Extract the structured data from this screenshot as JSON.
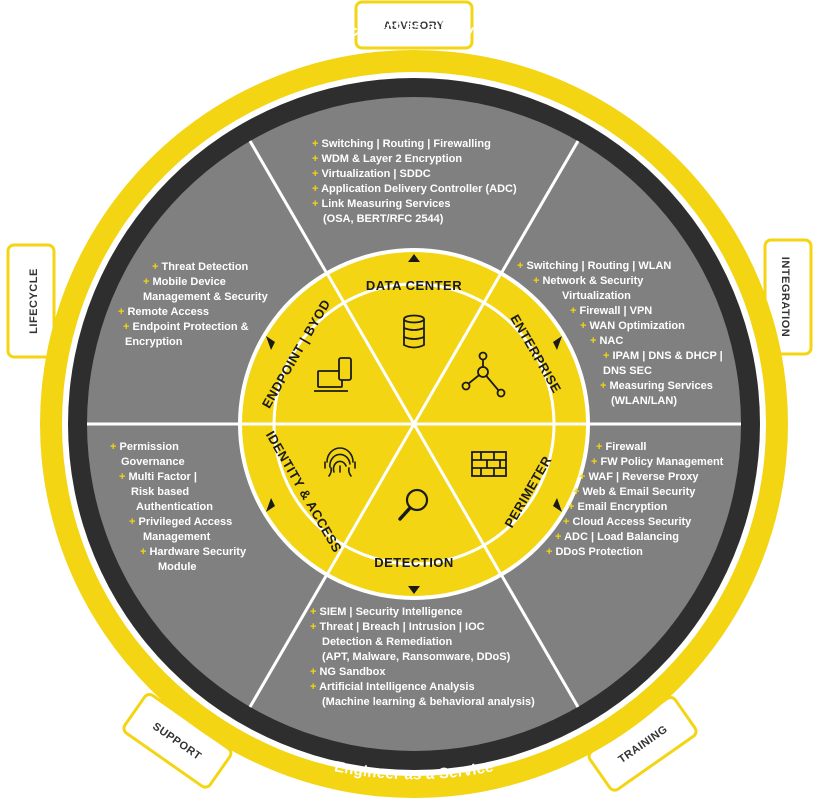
{
  "outer_ring": {
    "top_label": "Architect as a Service",
    "bottom_label": "Engineer as a Service"
  },
  "tabs": {
    "advisory": "ADVISORY",
    "integration": "INTEGRATION",
    "training": "TRAINING",
    "support": "SUPPORT",
    "lifecycle": "LIFECYCLE"
  },
  "segments": {
    "data_center": "DATA CENTER",
    "enterprise": "ENTERPRISE",
    "perimeter": "PERIMETER",
    "detection": "DETECTION",
    "identity_access": "IDENTITY & ACCESS",
    "endpoint_byod": "ENDPOINT | BYOD"
  },
  "services": {
    "data_center": [
      "Switching | Routing | Firewalling",
      "WDM & Layer 2 Encryption",
      "Virtualization | SDDC",
      "Application Delivery Controller (ADC)",
      "Link Measuring Services",
      "(OSA, BERT/RFC 2544)"
    ],
    "enterprise": [
      "Switching | Routing | WLAN",
      "Network & Security",
      "Virtualization",
      "Firewall | VPN",
      "WAN Optimization",
      "NAC",
      "IPAM | DNS & DHCP |",
      "DNS SEC",
      "Measuring Services",
      "(WLAN/LAN)"
    ],
    "perimeter": [
      "Firewall",
      "FW Policy Management",
      "WAF | Reverse Proxy",
      "Web & Email Security",
      "Email Encryption",
      "Cloud Access Security",
      "ADC | Load Balancing",
      "DDoS Protection"
    ],
    "detection": [
      "SIEM | Security Intelligence",
      "Threat | Breach | Intrusion | IOC",
      "Detection & Remediation",
      "(APT, Malware, Ransomware, DDoS)",
      "NG Sandbox",
      "Artificial Intelligence Analysis",
      "(Machine learning & behavioral analysis)"
    ],
    "identity_access": [
      "Permission",
      "Governance",
      "Multi Factor |",
      "Risk based",
      "Authentication",
      "Privileged Access",
      "Management",
      "Hardware Security",
      "Module"
    ],
    "endpoint_byod": [
      "Threat Detection",
      "Mobile Device",
      "Management & Security",
      "Remote Access",
      "Endpoint Protection &",
      "Encryption"
    ]
  },
  "icons": {
    "data_center": "database-icon",
    "enterprise": "network-nodes-icon",
    "perimeter": "firewall-icon",
    "detection": "magnifier-icon",
    "identity_access": "fingerprint-icon",
    "endpoint_byod": "laptop-phone-icon"
  },
  "colors": {
    "yellow": "#f3d513",
    "dark_ring": "#2e2e2e",
    "segment_gray": "#808080",
    "divider": "#ffffff",
    "text_dark": "#1a1a1a"
  }
}
